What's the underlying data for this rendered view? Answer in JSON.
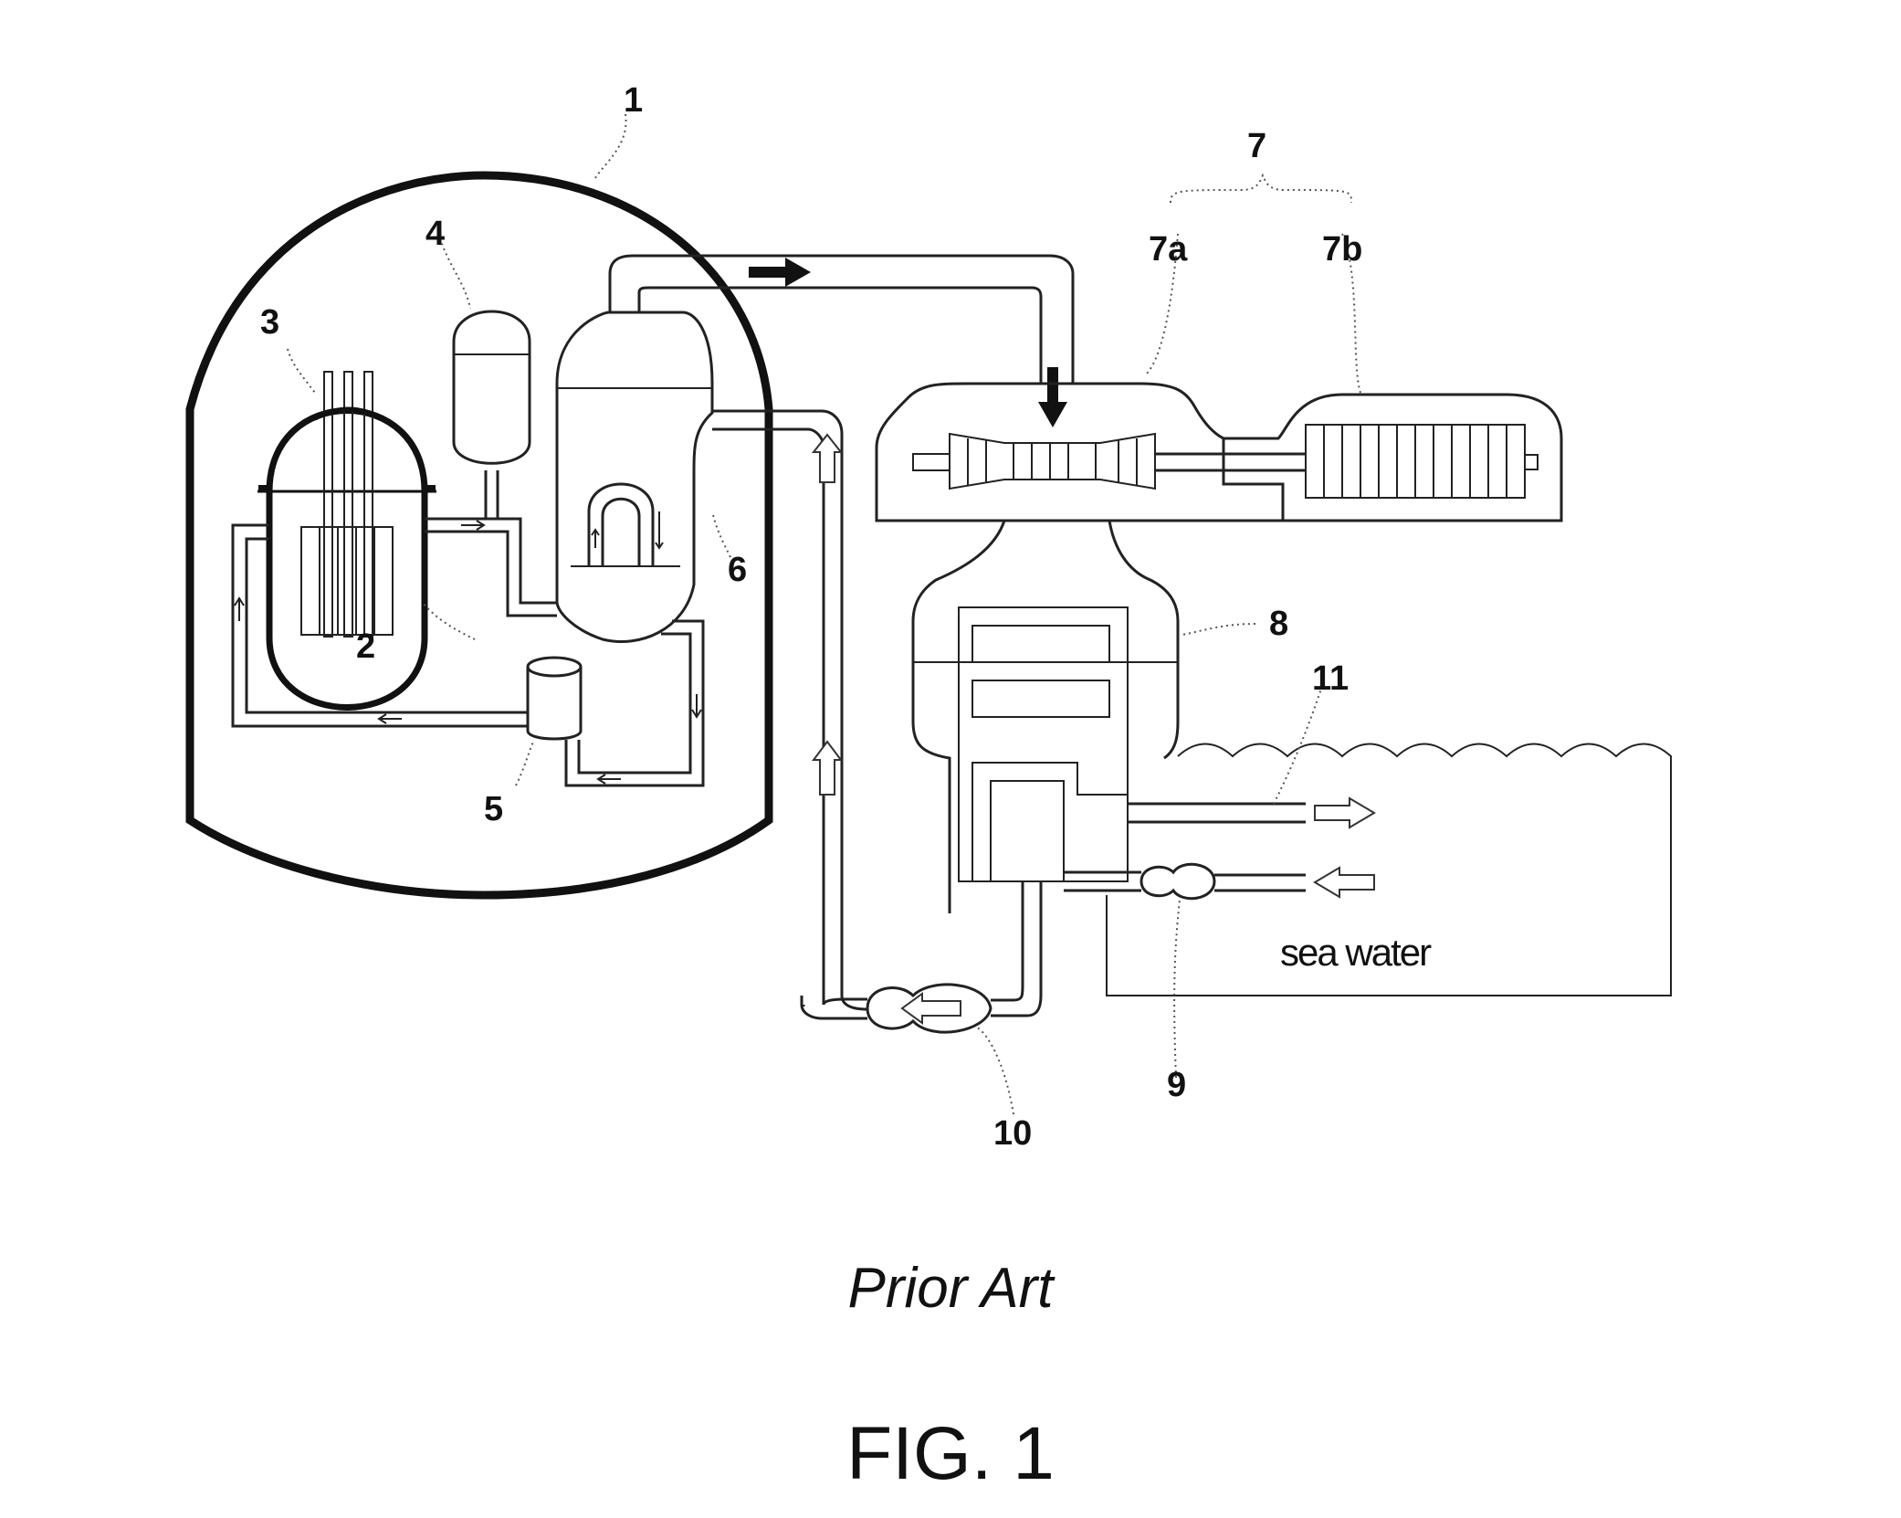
{
  "labels": {
    "containment": "1",
    "reactor_vessel": "2",
    "control_rods": "3",
    "pressurizer": "4",
    "coolant_pump": "5",
    "steam_generator": "6",
    "turbine_generator": "7",
    "turbine": "7a",
    "generator": "7b",
    "condenser": "8",
    "circulating_pump": "9",
    "feedwater_pump": "10",
    "outlet": "11"
  },
  "sea_water_label": "sea water",
  "caption": {
    "prior_art": "Prior Art",
    "figure": "FIG. 1"
  }
}
